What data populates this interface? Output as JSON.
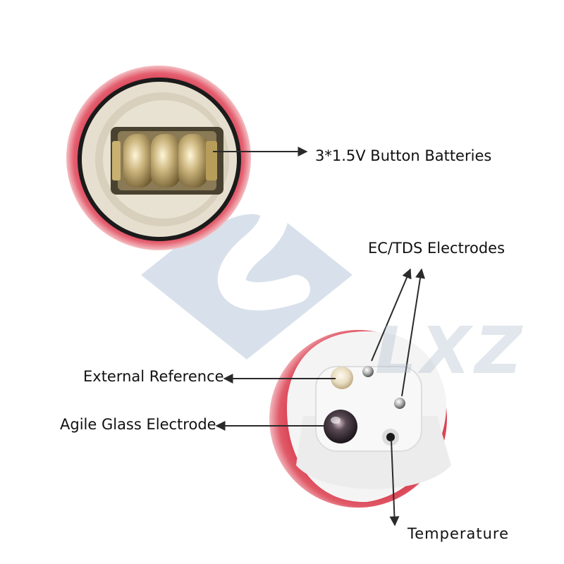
{
  "labels": {
    "batteries": "3*1.5V Button Batteries",
    "ec_tds": "EC/TDS Electrodes",
    "external_reference": "External Reference",
    "agile_glass": "Agile Glass Electrode",
    "temperature": "Temperature"
  },
  "watermark": {
    "text": "LXZ"
  },
  "colors": {
    "housing_red": "#c8102e",
    "cap_cream": "#e8e2d2",
    "probe_white": "#f4f4f4",
    "watermark_blue": "#a9bed3",
    "arrow": "#2a2a2a"
  }
}
